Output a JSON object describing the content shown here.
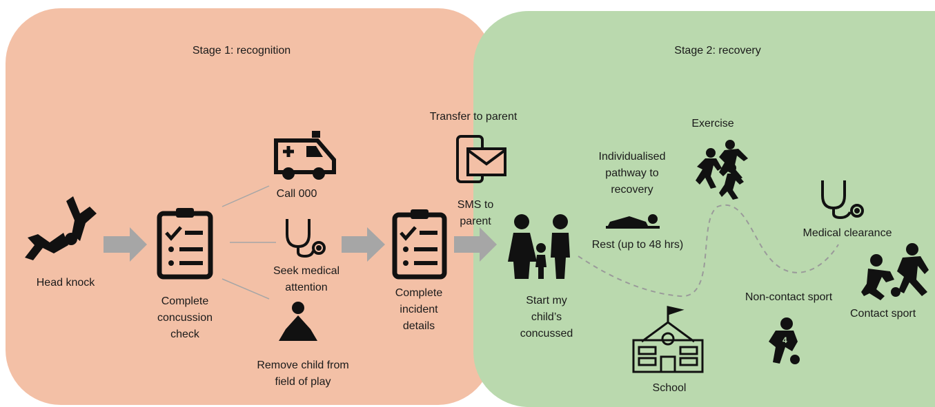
{
  "stages": {
    "recognition": {
      "title": "Stage 1: recognition",
      "color": "#f3c0a6"
    },
    "recovery": {
      "title": "Stage 2: recovery",
      "color": "#bad9ae"
    }
  },
  "steps": {
    "head_knock": "Head knock",
    "concussion_check": "Complete concussion check",
    "call_000": "Call 000",
    "seek_medical": "Seek medical attention",
    "remove_child": "Remove child from field of play",
    "incident_details": "Complete incident details",
    "transfer": "Transfer to parent",
    "sms": "SMS to parent",
    "start_concussed": "Start my child’s concussed",
    "pathway": "Individualised pathway to recovery",
    "rest": "Rest (up to 48 hrs)",
    "exercise": "Exercise",
    "medical_clearance": "Medical clearance",
    "non_contact": "Non-contact sport",
    "contact": "Contact sport",
    "school": "School"
  },
  "icons": [
    "falling-person-icon",
    "clipboard-checklist-icon",
    "ambulance-icon",
    "stethoscope-icon",
    "meditating-person-icon",
    "sms-phone-icon",
    "family-icon",
    "resting-person-icon",
    "running-people-icon",
    "school-building-icon",
    "soccer-player-icon",
    "tackling-players-icon"
  ],
  "colors": {
    "arrow": "#a6a6a6",
    "path": "#9a9a9a",
    "icon": "#111111"
  }
}
